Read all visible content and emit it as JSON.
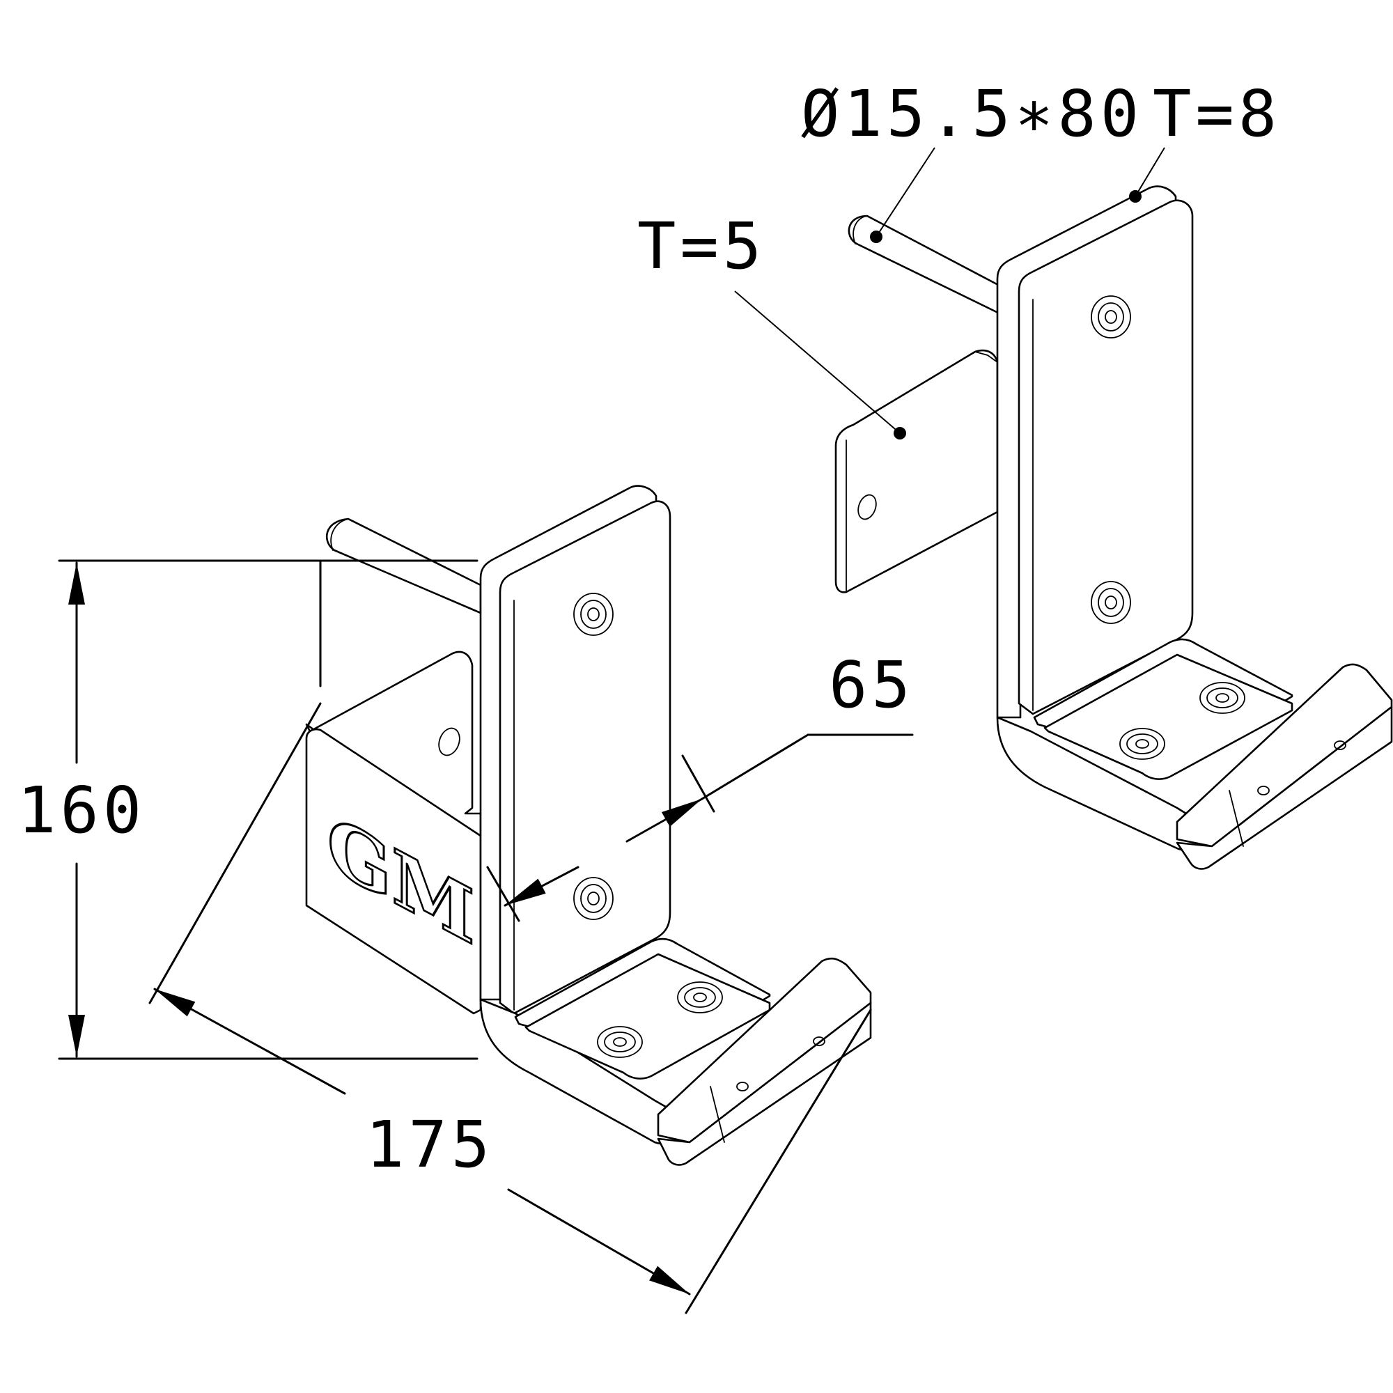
{
  "dimensions": {
    "height": "160",
    "width": "175",
    "depth": "65"
  },
  "callouts": {
    "pin": "Ø15.5∗80",
    "top_plate_thickness": "T=8",
    "tab_thickness": "T=5"
  },
  "logo_text": "GM",
  "colors": {
    "line": "#000000",
    "background": "#ffffff"
  }
}
